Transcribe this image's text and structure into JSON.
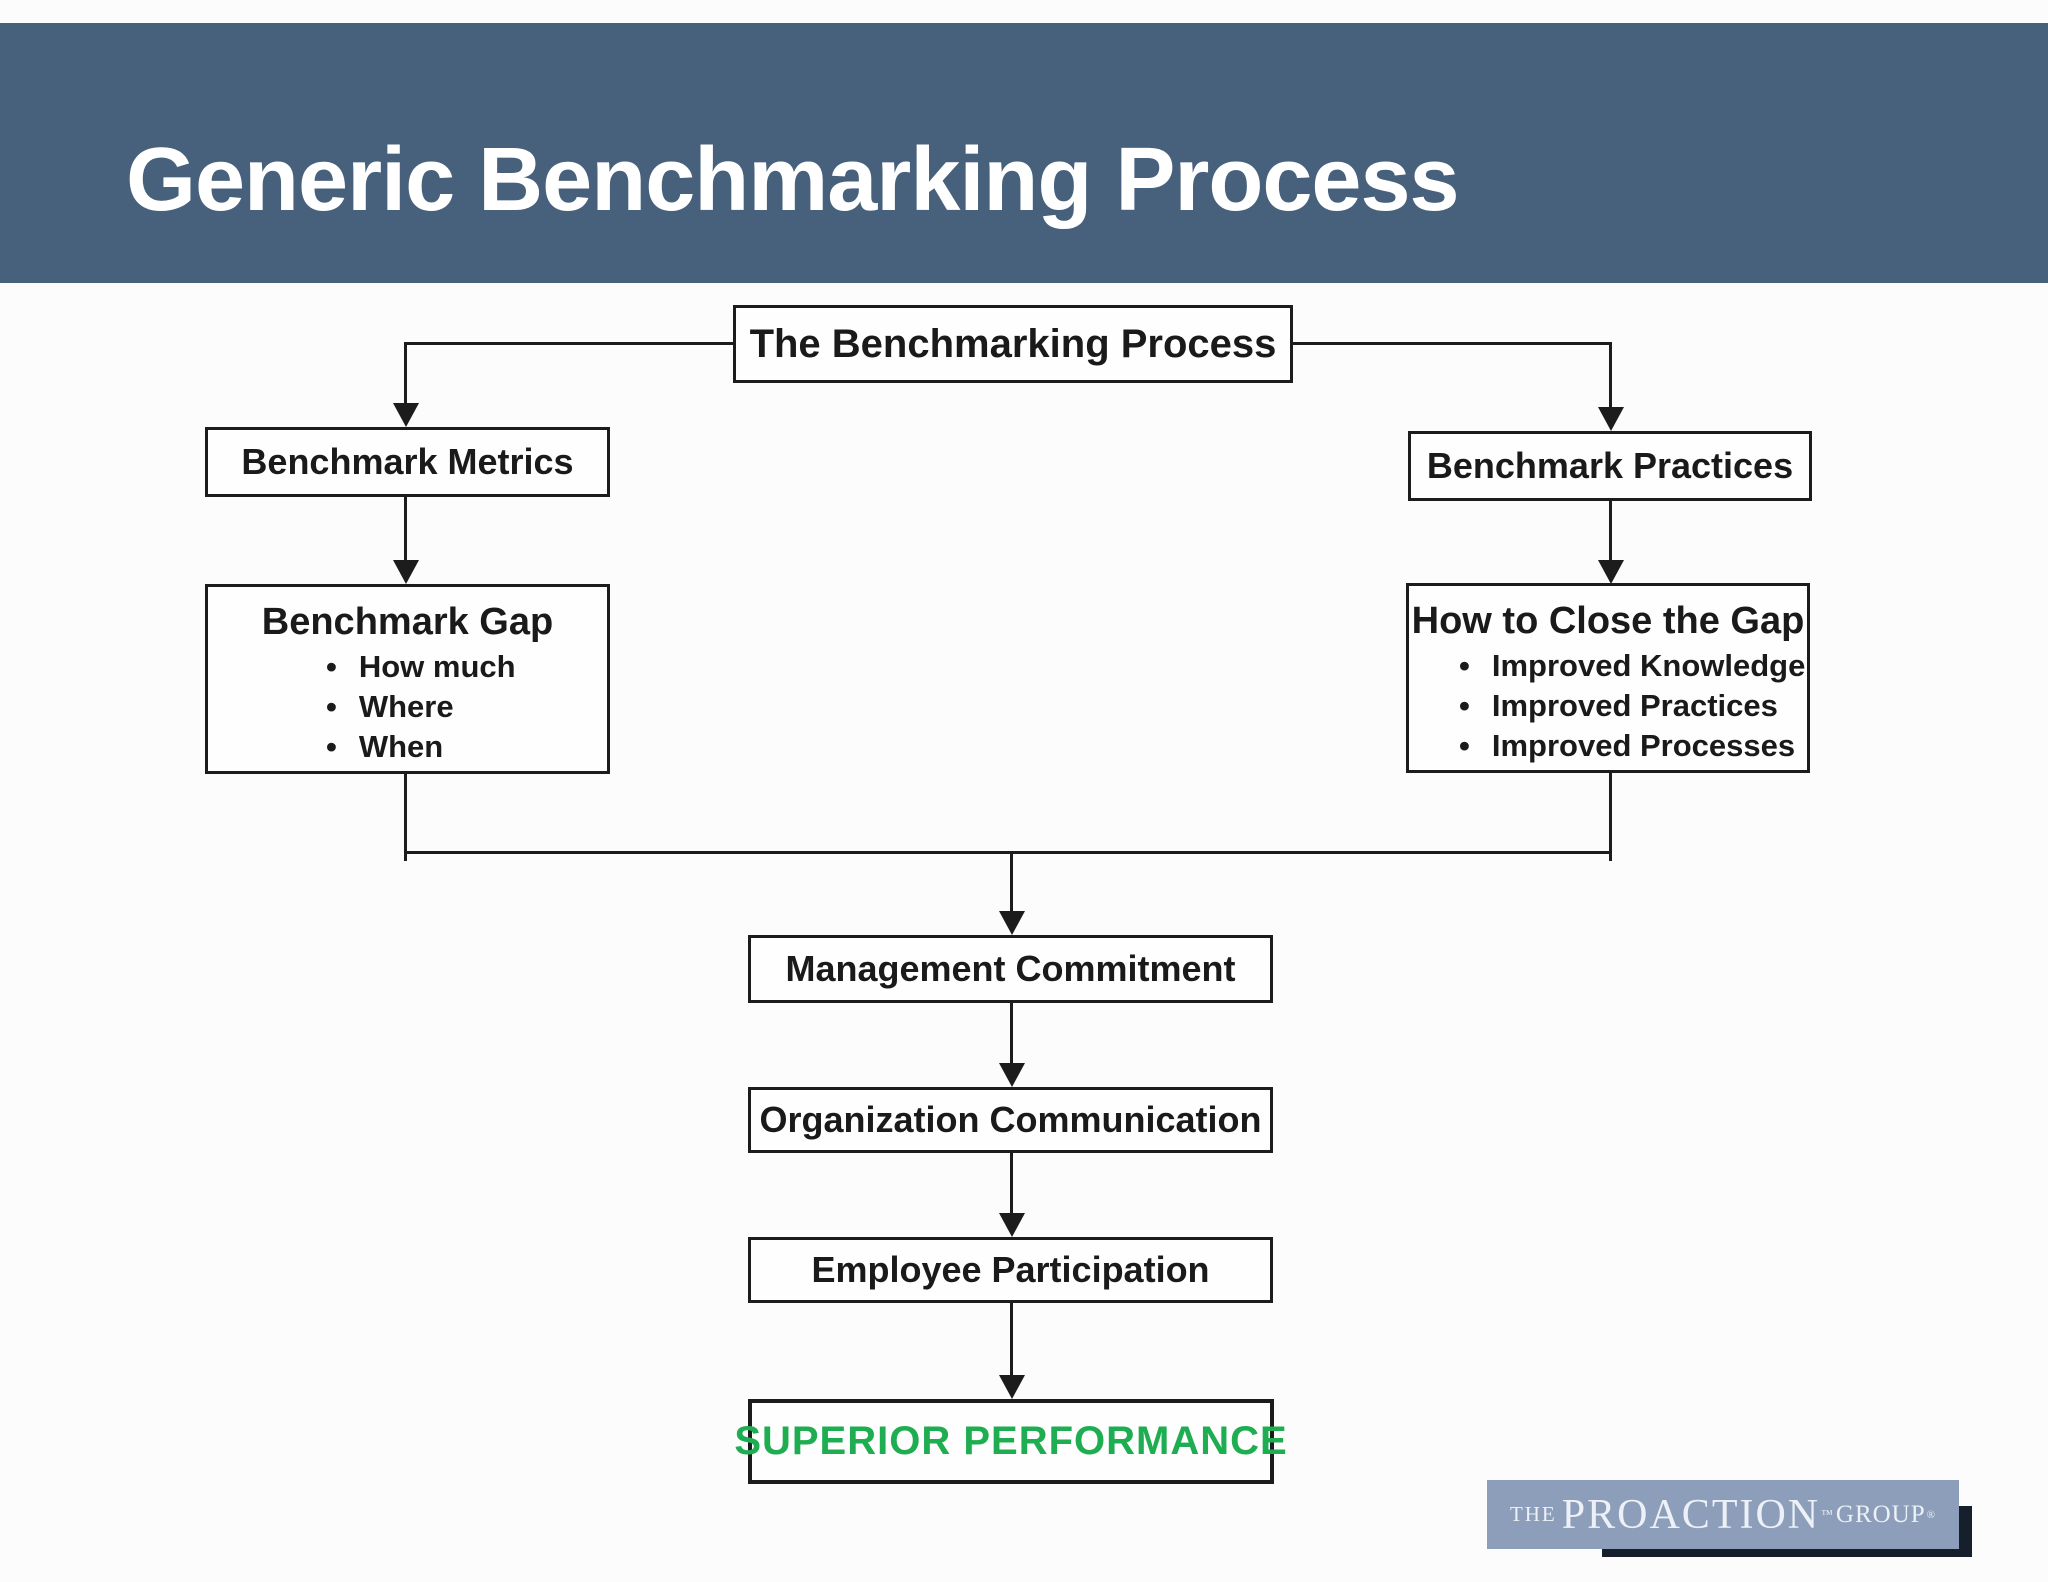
{
  "slide": {
    "title": "Generic Benchmarking Process",
    "band_color": "#47617C",
    "title_color": "#FFFFFF"
  },
  "diagram": {
    "root": {
      "label": "The Benchmarking Process"
    },
    "left_branch": {
      "metrics": {
        "label": "Benchmark Metrics"
      },
      "gap": {
        "label": "Benchmark Gap",
        "bullets": [
          "How much",
          "Where",
          "When"
        ]
      }
    },
    "right_branch": {
      "practices": {
        "label": "Benchmark Practices"
      },
      "close_gap": {
        "label": "How to Close the Gap",
        "bullets": [
          "Improved Knowledge",
          "Improved Practices",
          "Improved Processes"
        ]
      }
    },
    "center_chain": {
      "management": {
        "label": "Management Commitment"
      },
      "communication": {
        "label": "Organization Communication"
      },
      "participation": {
        "label": "Employee Participation"
      },
      "superior": {
        "label": "SUPERIOR PERFORMANCE",
        "color": "#1FAD51"
      }
    },
    "line_color": "#1C1C1C"
  },
  "logo": {
    "the": "THE",
    "name": "PROACTION",
    "tm": "™",
    "group": "GROUP",
    "reg": "®",
    "plate_color": "#8C9EB9",
    "shadow_color": "#16202C"
  }
}
